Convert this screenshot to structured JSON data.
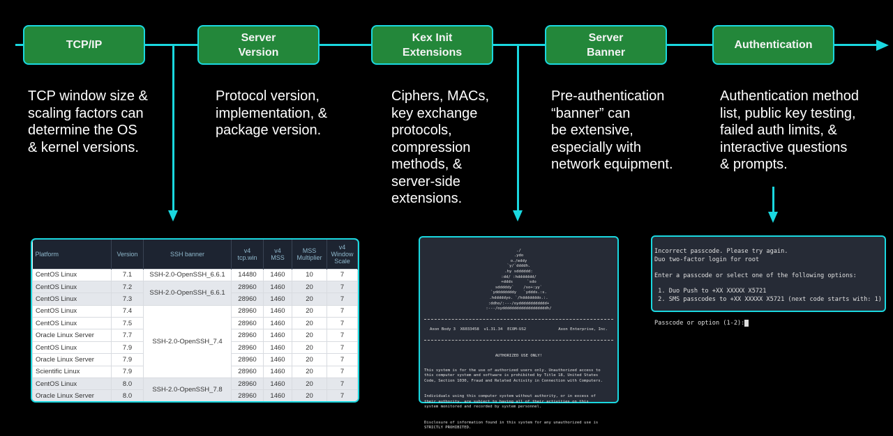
{
  "colors": {
    "accent": "#1ad8e0",
    "stage_fill": "#23873a",
    "background": "#000000"
  },
  "stages": [
    {
      "label": "TCP/IP",
      "description": "TCP window size &\nscaling factors can\ndetermine the OS\n& kernel versions."
    },
    {
      "label": "Server\nVersion",
      "description": "Protocol version,\nimplementation, &\npackage version."
    },
    {
      "label": "Kex Init\nExtensions",
      "description": "Ciphers, MACs,\nkey exchange\nprotocols,\ncompression\nmethods, &\nserver-side\nextensions."
    },
    {
      "label": "Server\nBanner",
      "description": "Pre-authentication\n“banner” can\nbe extensive,\nespecially with\nnetwork equipment."
    },
    {
      "label": "Authentication",
      "description": "Authentication method\nlist, public key testing,\nfailed auth limits, &\ninteractive questions\n& prompts."
    }
  ],
  "table": {
    "headers": [
      "Platform",
      "Version",
      "SSH banner",
      "v4\ntcp.win",
      "v4\nMSS",
      "MSS\nMultiplier",
      "v4\nWindow\nScale"
    ],
    "rows": [
      [
        "CentOS Linux",
        "7.1",
        "SSH-2.0-OpenSSH_6.6.1",
        "14480",
        "1460",
        "10",
        "7"
      ],
      [
        "CentOS Linux",
        "7.2",
        "SSH-2.0-OpenSSH_6.6.1",
        "28960",
        "1460",
        "20",
        "7"
      ],
      [
        "CentOS Linux",
        "7.3",
        "",
        "28960",
        "1460",
        "20",
        "7"
      ],
      [
        "CentOS Linux",
        "7.4",
        "SSH-2.0-OpenSSH_7.4",
        "28960",
        "1460",
        "20",
        "7"
      ],
      [
        "CentOS Linux",
        "7.5",
        "",
        "28960",
        "1460",
        "20",
        "7"
      ],
      [
        "Oracle Linux Server",
        "7.7",
        "",
        "28960",
        "1460",
        "20",
        "7"
      ],
      [
        "CentOS Linux",
        "7.9",
        "",
        "28960",
        "1460",
        "20",
        "7"
      ],
      [
        "Oracle Linux Server",
        "7.9",
        "",
        "28960",
        "1460",
        "20",
        "7"
      ],
      [
        "Scientific Linux",
        "7.9",
        "",
        "28960",
        "1460",
        "20",
        "7"
      ],
      [
        "CentOS Linux",
        "8.0",
        "SSH-2.0-OpenSSH_7.8",
        "28960",
        "1460",
        "20",
        "7"
      ],
      [
        "Oracle Linux Server",
        "8.0",
        "",
        "28960",
        "1460",
        "20",
        "7"
      ]
    ]
  },
  "banner_terminal": {
    "ascii_art": "./\n.ydo\no./eddy\n`y/`ddddh.\n.hy sdddddd:\n:dd/ :hddddddd/\n+ddds      `sdo\nsdddddy`    /so+:yy`\n`yddddddddy   `yddds.:s.\n.hdddddyo. `/hdddddddo.:.\n:ddho/:---/oydddddddddddd+\n:---/oydddddddddddddddddddh/",
    "device_line_left": "Axon Body 3  X6033458  v1.31.34  ECOM-US2",
    "device_line_right": "Axon Enterprise, Inc.",
    "heading": "AUTHORIZED USE ONLY!",
    "para1": "This system is for the use of authorized users only. Unauthorized access to\nthis computer system and software is prohibited by Title 18, United States\nCode, Section 1030, Fraud and Related Activity in Connection with Computers.",
    "para2": "Individuals using this computer system without authority, or in excess of\ntheir authority, are subject to having all of their activities on this\nsystem monitored and recorded by system personnel.",
    "para3": "Disclosure of information found in this system for any unauthorized use is\nSTRICTLY PROHIBITED."
  },
  "auth_terminal": {
    "lines": [
      "Incorrect passcode. Please try again.",
      "Duo two-factor login for root",
      "",
      "Enter a passcode or select one of the following options:",
      "",
      " 1. Duo Push to +XX XXXXX X5721",
      " 2. SMS passcodes to +XX XXXXX X5721 (next code starts with: 1)",
      ""
    ],
    "prompt": "Passcode or option (1-2):",
    "cursor": " "
  }
}
